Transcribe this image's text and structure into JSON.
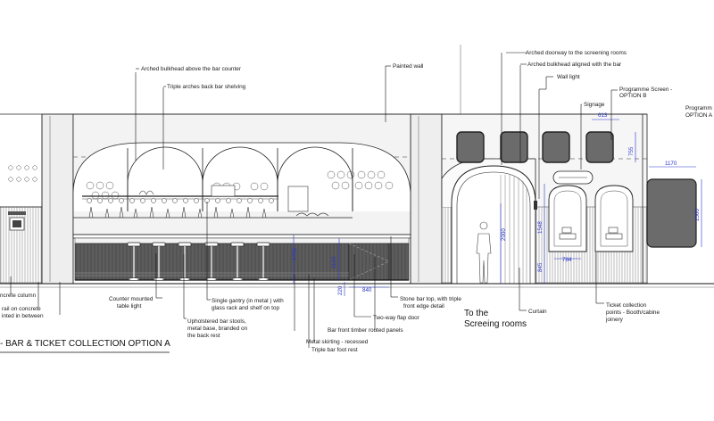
{
  "drawing": {
    "title": "- BAR & TICKET COLLECTION  OPTION A",
    "annotations": {
      "arched_bulkhead_bar": "Arched bulkhead  above the bar counter",
      "triple_arches": "Triple arches back bar shelving",
      "painted_wall": "Painted wall",
      "arched_doorway": "Arched doorway to the screening rooms",
      "arched_bulkhead_aligned": "Arched bulkhead aligned with the bar",
      "wall_light": "Wall light",
      "signage": "Signage",
      "programme_screen_b_1": "Programme Screen -",
      "programme_screen_b_2": "OPTION B",
      "programme_a_1": "Programm",
      "programme_a_2": "OPTION A",
      "concrete_column": "ncrete column",
      "rail_1": "rail on concrete",
      "rail_2": "inted in between",
      "counter_light_1": "Counter mounted",
      "counter_light_2": "table light",
      "gantry_1": "Single gantry (in metal ) with",
      "gantry_2": "glass rack and shelf on top",
      "stools_1": "Upholstered bar stools,",
      "stools_2": "metal base, branded on",
      "stools_3": "the back rest",
      "stone_top_1": "Stone bar top, with triple",
      "stone_top_2": "front edge detail",
      "flap_door": "Two-way flap door",
      "timber_panels": "Bar front timber routed panels",
      "skirting": "Metal skirting - recessed",
      "foot_rest": "Triple bar foot rest",
      "to_screening_1": "To the",
      "to_screening_2": "Screeing rooms",
      "curtain": "Curtain",
      "ticket_1": "Ticket collection",
      "ticket_2": "points - Booth/cabine",
      "ticket_3": "joinery"
    },
    "dimensions": {
      "d613": "613",
      "d755": "755",
      "d1170": "1170",
      "d1560": "1560",
      "d1548": "1548",
      "d2000": "2000",
      "d1750": "1750",
      "d1150": "1150",
      "d220": "220",
      "d840": "840",
      "d784": "784",
      "d845": "845"
    },
    "colors": {
      "line": "#222222",
      "dimension": "#2b36c9",
      "bar_front": "#5f5f5f",
      "screen": "#6b6b6b"
    }
  }
}
